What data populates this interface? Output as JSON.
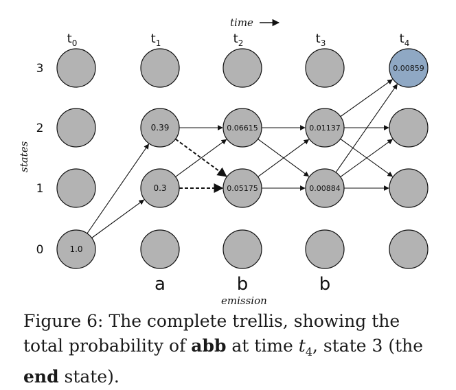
{
  "axes": {
    "time_label": "time",
    "states_label": "states",
    "emission_label": "emission"
  },
  "time_steps": [
    "t0",
    "t1",
    "t2",
    "t3",
    "t4"
  ],
  "state_labels": [
    "0",
    "1",
    "2",
    "3"
  ],
  "emissions": [
    "a",
    "b",
    "b"
  ],
  "nodes": [
    {
      "t": 0,
      "s": 0,
      "value": "1.0"
    },
    {
      "t": 1,
      "s": 2,
      "value": "0.39"
    },
    {
      "t": 1,
      "s": 1,
      "value": "0.3"
    },
    {
      "t": 2,
      "s": 2,
      "value": "0.06615"
    },
    {
      "t": 2,
      "s": 1,
      "value": "0.05175"
    },
    {
      "t": 3,
      "s": 2,
      "value": "0.01137"
    },
    {
      "t": 3,
      "s": 1,
      "value": "0.00884"
    },
    {
      "t": 4,
      "s": 3,
      "value": "0.00859",
      "highlight": true
    }
  ],
  "edges": [
    {
      "from": [
        0,
        0
      ],
      "to": [
        1,
        2
      ]
    },
    {
      "from": [
        0,
        0
      ],
      "to": [
        1,
        1
      ]
    },
    {
      "from": [
        1,
        2
      ],
      "to": [
        2,
        2
      ]
    },
    {
      "from": [
        1,
        2
      ],
      "to": [
        2,
        1
      ],
      "dashed": true
    },
    {
      "from": [
        1,
        1
      ],
      "to": [
        2,
        1
      ],
      "dashed": true
    },
    {
      "from": [
        1,
        1
      ],
      "to": [
        2,
        2
      ]
    },
    {
      "from": [
        2,
        2
      ],
      "to": [
        3,
        2
      ]
    },
    {
      "from": [
        2,
        2
      ],
      "to": [
        3,
        1
      ]
    },
    {
      "from": [
        2,
        1
      ],
      "to": [
        3,
        2
      ]
    },
    {
      "from": [
        2,
        1
      ],
      "to": [
        3,
        1
      ]
    },
    {
      "from": [
        3,
        2
      ],
      "to": [
        4,
        3
      ]
    },
    {
      "from": [
        3,
        2
      ],
      "to": [
        4,
        2
      ]
    },
    {
      "from": [
        3,
        2
      ],
      "to": [
        4,
        1
      ]
    },
    {
      "from": [
        3,
        1
      ],
      "to": [
        4,
        3
      ]
    },
    {
      "from": [
        3,
        1
      ],
      "to": [
        4,
        2
      ]
    },
    {
      "from": [
        3,
        1
      ],
      "to": [
        4,
        1
      ]
    }
  ],
  "colors": {
    "node_fill": "#b3b3b3",
    "highlight_fill": "#8fa8c4",
    "stroke": "#111111"
  },
  "caption": {
    "prefix": "Figure 6: The complete trellis, showing the total probability of ",
    "word": "abb",
    "mid": " at time ",
    "time_var": "t",
    "time_sub": "4",
    "mid2": ", state 3 (the ",
    "end_word": "end",
    "suffix": " state)."
  }
}
